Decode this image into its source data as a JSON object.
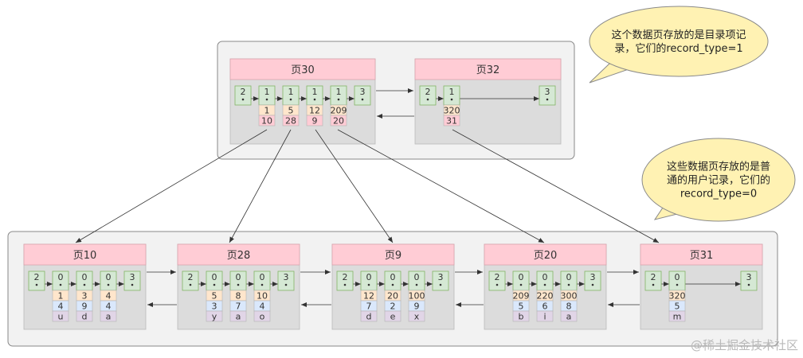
{
  "colors": {
    "panel_fill": "#f2f2f2",
    "panel_stroke": "#888888",
    "page_body": "#dcdcdc",
    "page_header": "#ffccd5",
    "record_green": "#d5e8d4",
    "record_green_stroke": "#82b366",
    "cell_orange": "#ffe6cc",
    "cell_blue": "#dae8fc",
    "cell_purple": "#e1d5e7",
    "cell_pink": "#ffccd5",
    "callout_fill": "#fff2b3",
    "callout_stroke": "#8a8a8a"
  },
  "callouts": [
    {
      "lines": [
        "这个数据页存放的是目录项记",
        "录，它们的record_type=1"
      ]
    },
    {
      "lines": [
        "这些数据页存放的是普",
        "通的用户记录，它们的",
        "record_type=0"
      ]
    }
  ],
  "watermark": "@稀土掘金技术社区",
  "pages": {
    "p30": {
      "title": "页30",
      "types": [
        "2",
        "1",
        "1",
        "1",
        "1",
        "3"
      ],
      "cells": [
        [
          "1",
          "10"
        ],
        [
          "5",
          "28"
        ],
        [
          "12",
          "9"
        ],
        [
          "209",
          "20"
        ]
      ]
    },
    "p32": {
      "title": "页32",
      "types": [
        "2",
        "1",
        "3"
      ],
      "cells": [
        [
          "320",
          "31"
        ]
      ]
    },
    "p10": {
      "title": "页10",
      "types": [
        "2",
        "0",
        "0",
        "0",
        "3"
      ],
      "cells": [
        [
          "1",
          "4",
          "u"
        ],
        [
          "3",
          "9",
          "d"
        ],
        [
          "4",
          "4",
          "a"
        ]
      ]
    },
    "p28": {
      "title": "页28",
      "types": [
        "2",
        "0",
        "0",
        "0",
        "3"
      ],
      "cells": [
        [
          "5",
          "3",
          "y"
        ],
        [
          "8",
          "7",
          "a"
        ],
        [
          "10",
          "4",
          "o"
        ]
      ]
    },
    "p9": {
      "title": "页9",
      "types": [
        "2",
        "0",
        "0",
        "0",
        "3"
      ],
      "cells": [
        [
          "12",
          "7",
          "d"
        ],
        [
          "20",
          "2",
          "e"
        ],
        [
          "100",
          "9",
          "x"
        ]
      ]
    },
    "p20": {
      "title": "页20",
      "types": [
        "2",
        "0",
        "0",
        "0",
        "3"
      ],
      "cells": [
        [
          "209",
          "5",
          "b"
        ],
        [
          "220",
          "6",
          "i"
        ],
        [
          "300",
          "8",
          "a"
        ]
      ]
    },
    "p31": {
      "title": "页31",
      "types": [
        "2",
        "0",
        "3"
      ],
      "cells": [
        [
          "320",
          "5",
          "m"
        ]
      ]
    }
  }
}
